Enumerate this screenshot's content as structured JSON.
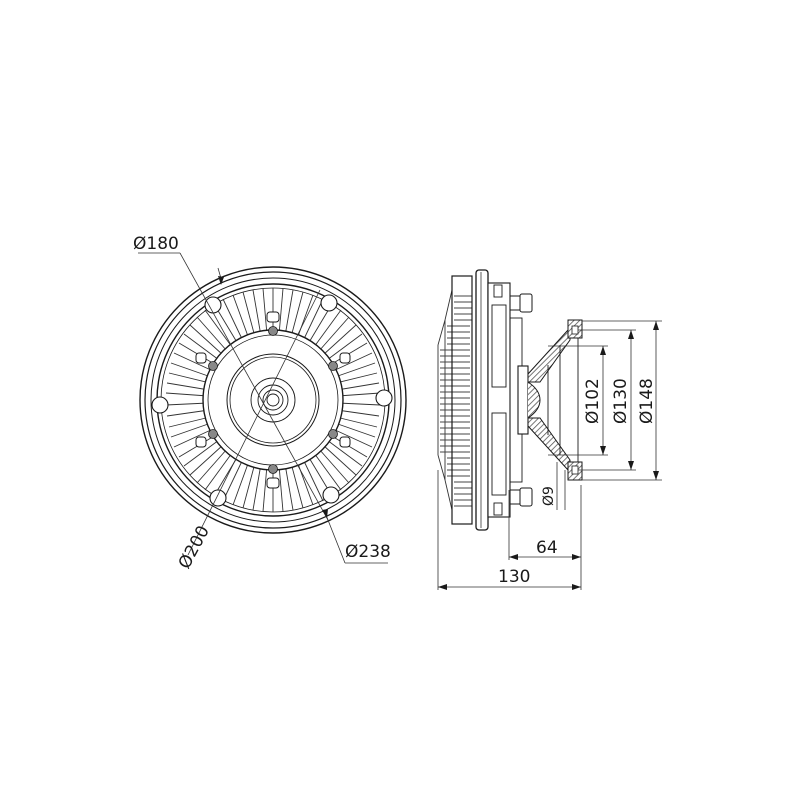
{
  "drawing": {
    "type": "technical-drawing",
    "subject": "viscous fan clutch",
    "views": [
      "front-view",
      "side-view"
    ],
    "line_color": "#1a1a1a",
    "hatch_color": "#555555",
    "background": "#ffffff"
  },
  "front_view": {
    "dimensions": {
      "d180": "Ø180",
      "d200": "Ø200",
      "d238": "Ø238"
    }
  },
  "side_view": {
    "dimensions": {
      "d102": "Ø102",
      "d130": "Ø130",
      "d148": "Ø148",
      "d9": "Ø9",
      "len64": "64",
      "len130": "130"
    }
  }
}
